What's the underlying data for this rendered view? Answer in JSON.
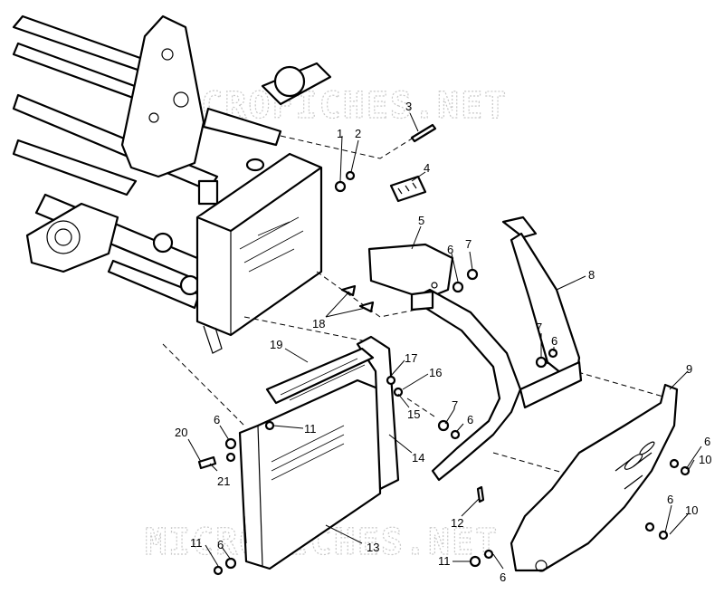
{
  "watermarks": [
    "MICROFICHES.NET",
    "MICROFICHES.NET"
  ],
  "callouts": {
    "c1": "1",
    "c2": "2",
    "c3": "3",
    "c4": "4",
    "c5": "5",
    "c6a": "6",
    "c7a": "7",
    "c8": "8",
    "c18": "18",
    "c7b": "7",
    "c6b": "6",
    "c9": "9",
    "c19": "19",
    "c17": "17",
    "c16": "16",
    "c15": "15",
    "c14": "14",
    "c7c": "7",
    "c6c": "6",
    "c20": "20",
    "c6d": "6",
    "c11a": "11",
    "c21": "21",
    "c6e": "6",
    "c10a": "10",
    "c12": "12",
    "c6f": "6",
    "c10b": "10",
    "c13": "13",
    "c11b": "11",
    "c6g": "6",
    "c11c": "11",
    "c6h": "6"
  }
}
